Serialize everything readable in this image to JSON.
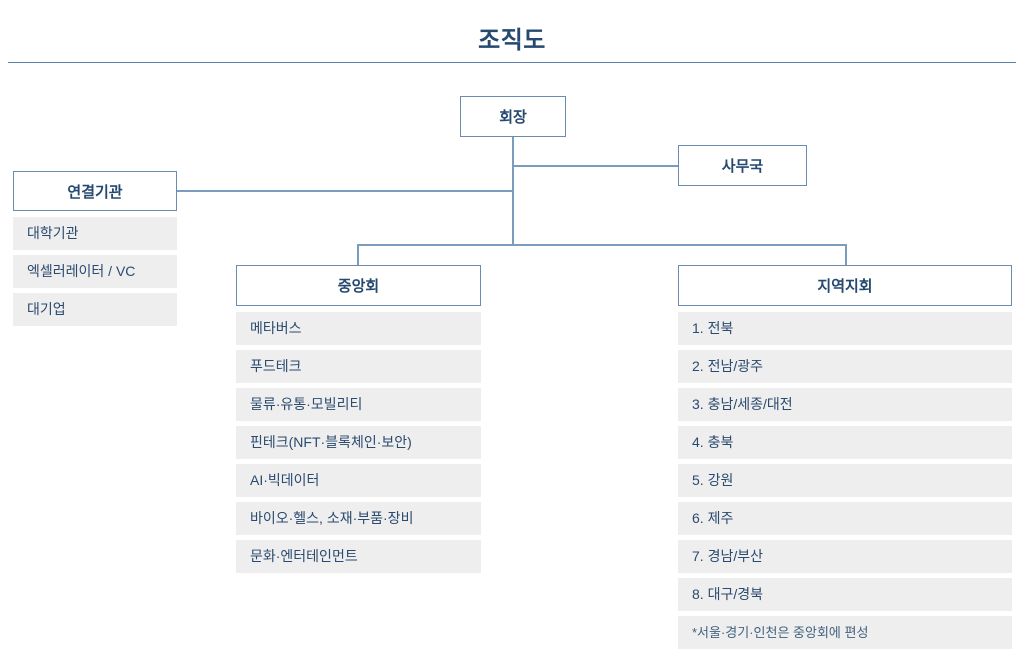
{
  "page": {
    "title": "조직도"
  },
  "colors": {
    "title_text": "#25496f",
    "divider": "#5b7fae",
    "node_border": "#6b8cb0",
    "node_text": "#25496f",
    "connector": "#7a9cbd",
    "item_background": "#eeeeee",
    "item_text": "#2b4a6f",
    "page_background": "#ffffff"
  },
  "chart_data": {
    "type": "org-chart",
    "title": "조직도",
    "root": "회장",
    "nodes": [
      {
        "id": "chairman",
        "label": "회장",
        "level": 0,
        "items": []
      },
      {
        "id": "secretariat",
        "label": "사무국",
        "level": 1,
        "parent": "chairman",
        "items": []
      },
      {
        "id": "affiliate",
        "label": "연결기관",
        "level": 1,
        "parent": "chairman",
        "items": [
          "대학기관",
          "엑셀러레이터 / VC",
          "대기업"
        ]
      },
      {
        "id": "central",
        "label": "중앙회",
        "level": 1,
        "parent": "chairman",
        "items": [
          "메타버스",
          "푸드테크",
          "물류·유통·모빌리티",
          "핀테크(NFT·블록체인·보안)",
          "AI·빅데이터",
          "바이오·헬스, 소재·부품·장비",
          "문화·엔터테인먼트"
        ]
      },
      {
        "id": "regional",
        "label": "지역지회",
        "level": 1,
        "parent": "chairman",
        "items": [
          "1. 전북",
          "2. 전남/광주",
          "3. 충남/세종/대전",
          "4. 충북",
          "5. 강원",
          "6. 제주",
          "7. 경남/부산",
          "8. 대구/경북",
          "*서울·경기·인천은 중앙회에 편성"
        ]
      }
    ],
    "edges": [
      {
        "from": "chairman",
        "to": "secretariat"
      },
      {
        "from": "chairman",
        "to": "affiliate"
      },
      {
        "from": "chairman",
        "to": "central"
      },
      {
        "from": "chairman",
        "to": "regional"
      }
    ],
    "footnote": "*서울·경기·인천은 중앙회에 편성"
  },
  "nodes": {
    "chairman": {
      "label": "회장"
    },
    "secretariat": {
      "label": "사무국"
    },
    "affiliate": {
      "label": "연결기관",
      "items": [
        {
          "label": "대학기관"
        },
        {
          "label": "엑셀러레이터 / VC"
        },
        {
          "label": "대기업"
        }
      ]
    },
    "central": {
      "label": "중앙회",
      "items": [
        {
          "label": "메타버스"
        },
        {
          "label": "푸드테크"
        },
        {
          "label": "물류·유통·모빌리티"
        },
        {
          "label": "핀테크(NFT·블록체인·보안)"
        },
        {
          "label": "AI·빅데이터"
        },
        {
          "label": "바이오·헬스, 소재·부품·장비"
        },
        {
          "label": "문화·엔터테인먼트"
        }
      ]
    },
    "regional": {
      "label": "지역지회",
      "items": [
        {
          "label": "1. 전북"
        },
        {
          "label": "2. 전남/광주"
        },
        {
          "label": "3. 충남/세종/대전"
        },
        {
          "label": "4. 충북"
        },
        {
          "label": "5. 강원"
        },
        {
          "label": "6. 제주"
        },
        {
          "label": "7. 경남/부산"
        },
        {
          "label": "8. 대구/경북"
        },
        {
          "label": "*서울·경기·인천은 중앙회에 편성",
          "note": true
        }
      ]
    }
  }
}
